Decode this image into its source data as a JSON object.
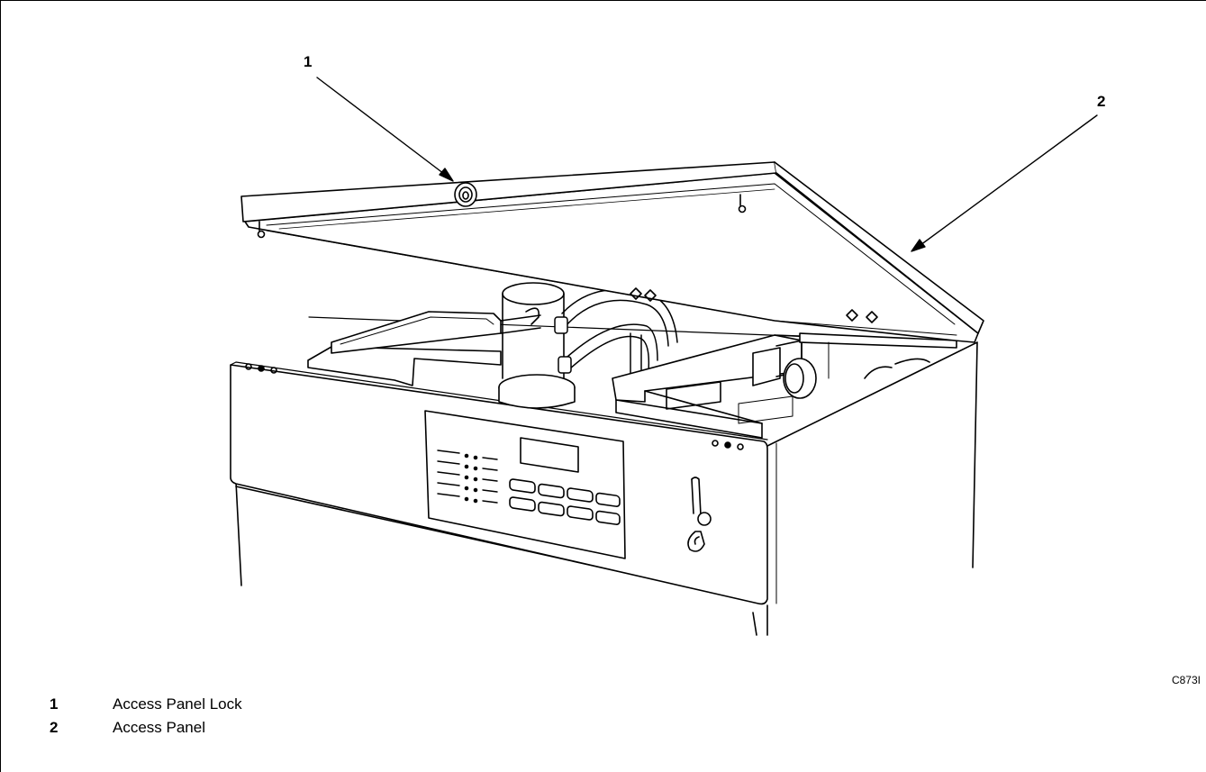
{
  "figure": {
    "figure_id": "C873I",
    "callouts": [
      {
        "number": "1",
        "label": "Access Panel Lock"
      },
      {
        "number": "2",
        "label": "Access Panel"
      }
    ]
  },
  "colors": {
    "line": "#000000",
    "background": "#ffffff",
    "panel_fill": "#ffffff",
    "shadow_fill": "#e6e6e6"
  }
}
